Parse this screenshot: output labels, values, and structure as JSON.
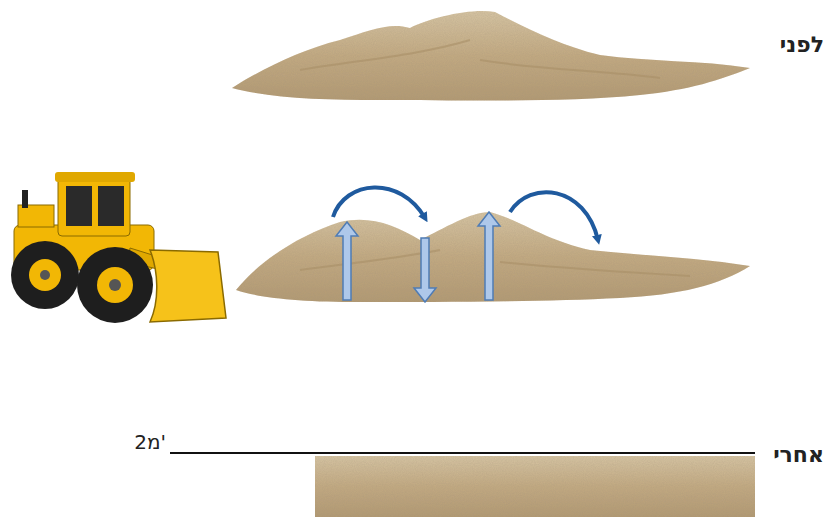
{
  "diagram": {
    "labels": [
      "לפני",
      "אחרי",
      "2מ'"
    ]
  }
}
